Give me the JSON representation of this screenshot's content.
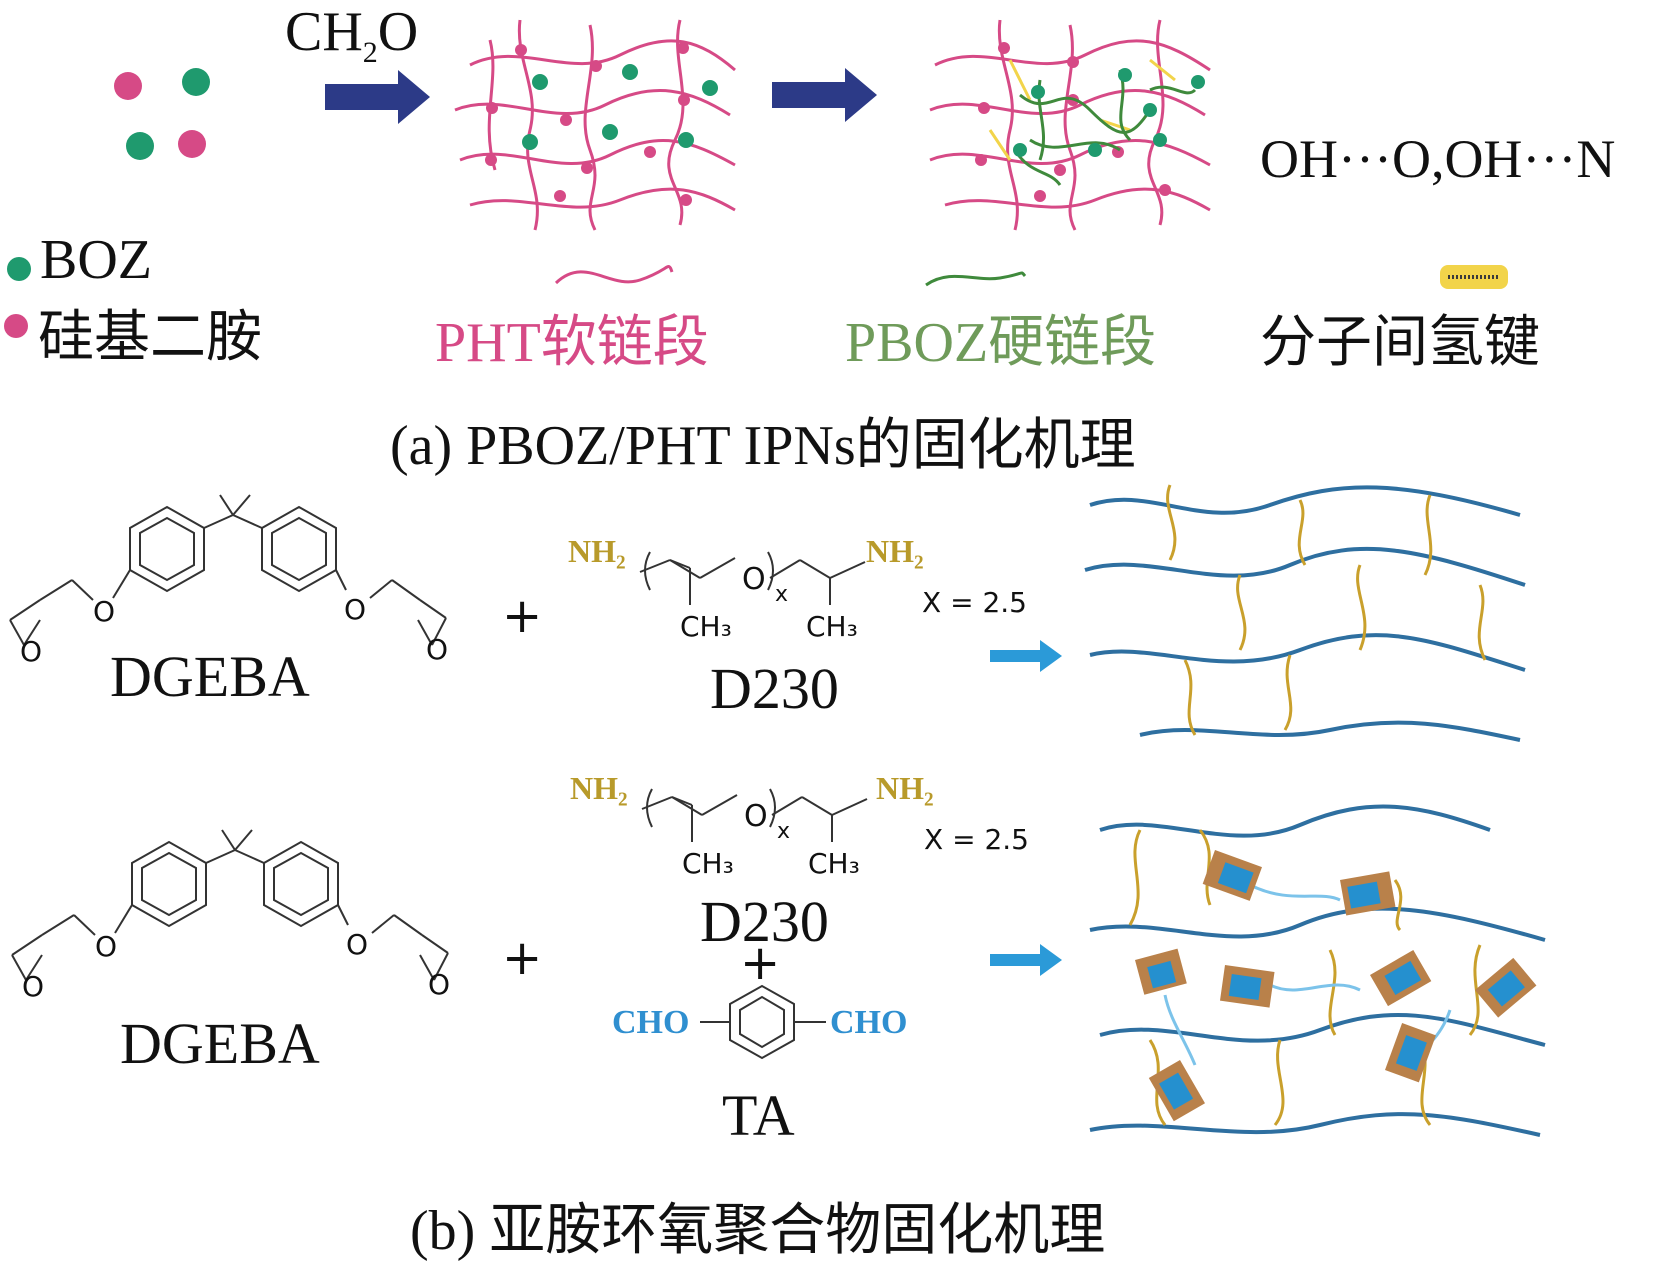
{
  "panel_a": {
    "reagent": "CH",
    "reagent_sub": "2",
    "reagent_tail": "O",
    "hbond_text": "OH···O,OH···N",
    "legend": {
      "boz": "BOZ",
      "silicon_diamine": "硅基二胺",
      "pht_soft": "PHT软链段",
      "pboz_hard": "PBOZ硬链段",
      "hydrogen_bond": "分子间氢键"
    },
    "caption": "(a) PBOZ/PHT IPNs的固化机理",
    "colors": {
      "boz": "#1f9a6e",
      "diamine": "#d64a86",
      "pht": "#d64a86",
      "pboz": "#3f8a3c",
      "hbond": "#f2d44a",
      "arrow": "#2c3a87"
    }
  },
  "panel_b": {
    "row1": {
      "dgeba": "DGEBA",
      "plus": "+",
      "nh2_left": "NH₂",
      "nh2_right": "NH₂",
      "o": "O",
      "x": "x",
      "ch3_left": "CH₃",
      "ch3_right": "CH₃",
      "x_value": "X = 2.5",
      "d230": "D230"
    },
    "row2": {
      "dgeba": "DGEBA",
      "plus": "+",
      "nh2_left": "NH₂",
      "nh2_right": "NH₂",
      "o": "O",
      "x": "x",
      "ch3_left": "CH₃",
      "ch3_right": "CH₃",
      "x_value": "X = 2.5",
      "d230": "D230",
      "plus2": "+",
      "cho_left": "CHO",
      "cho_right": "CHO",
      "ta": "TA"
    },
    "epoxide_o": "O",
    "caption": "(b) 亚胺环氧聚合物固化机理",
    "colors": {
      "chain": "#2e6fa0",
      "crosslink": "#c9a02c",
      "imine": "#1f8fd0",
      "block": "#b9814a",
      "arrow": "#2b9ad8",
      "cho": "#2f8fd0",
      "nh2": "#b89a2a"
    }
  }
}
